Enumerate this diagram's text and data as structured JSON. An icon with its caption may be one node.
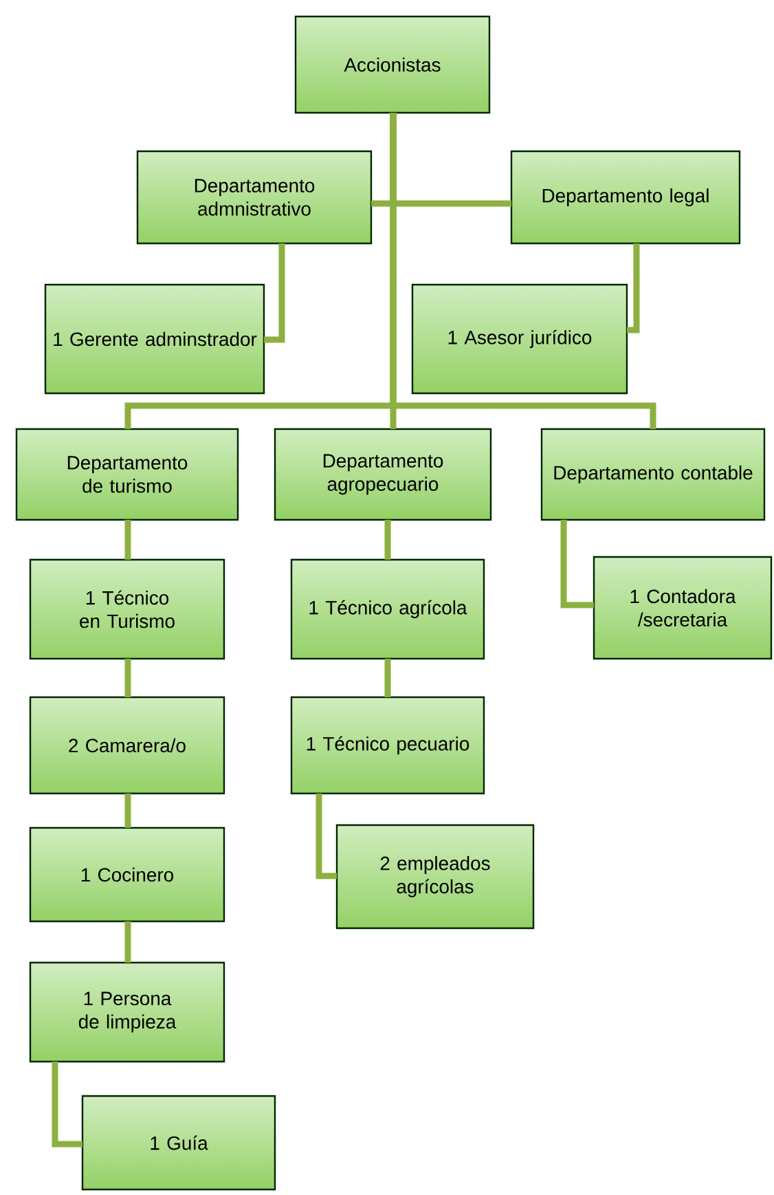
{
  "diagram": {
    "nodes": [
      {
        "text": [
          "Accionistas"
        ]
      },
      {
        "text": [
          "Departamento admnistrativo"
        ]
      },
      {
        "text": [
          "Departamento legal"
        ]
      },
      {
        "text": [
          "1 Gerente adminstrador"
        ]
      },
      {
        "text": [
          "1 Asesor jurídico"
        ]
      },
      {
        "text": [
          "Departamento de turismo"
        ]
      },
      {
        "text": [
          "Departamento agropecuario"
        ]
      },
      {
        "text": [
          "Departamento contable"
        ]
      },
      {
        "text": [
          "1 Técnico en Turismo"
        ]
      },
      {
        "text": [
          "1 Técnico agrícola"
        ]
      },
      {
        "text": [
          "1 Contadora /secretaria"
        ]
      },
      {
        "text": [
          "2 Camarera/o"
        ]
      },
      {
        "text": [
          "1 Técnico pecuario"
        ]
      },
      {
        "text": [
          "1 Cocinero"
        ]
      },
      {
        "text": [
          "2 empleados agrícolas"
        ]
      },
      {
        "text": [
          "1 Persona de limpieza"
        ]
      },
      {
        "text": [
          "1 Guía"
        ]
      }
    ],
    "edges": [
      {
        "from": 0,
        "to": 1,
        "arrow": "none"
      },
      {
        "from": 0,
        "to": 2,
        "arrow": "none"
      },
      {
        "from": 1,
        "to": 3,
        "arrow": "none"
      },
      {
        "from": 2,
        "to": 4,
        "arrow": "none"
      },
      {
        "from": 0,
        "to": 5,
        "arrow": "none"
      },
      {
        "from": 0,
        "to": 6,
        "arrow": "none"
      },
      {
        "from": 0,
        "to": 7,
        "arrow": "none"
      },
      {
        "from": 5,
        "to": 8,
        "arrow": "none"
      },
      {
        "from": 8,
        "to": 11,
        "arrow": "none"
      },
      {
        "from": 11,
        "to": 13,
        "arrow": "none"
      },
      {
        "from": 13,
        "to": 15,
        "arrow": "none"
      },
      {
        "from": 15,
        "to": 16,
        "arrow": "none"
      },
      {
        "from": 6,
        "to": 9,
        "arrow": "none"
      },
      {
        "from": 9,
        "to": 12,
        "arrow": "none"
      },
      {
        "from": 12,
        "to": 14,
        "arrow": "none"
      },
      {
        "from": 7,
        "to": 10,
        "arrow": "none"
      }
    ]
  }
}
